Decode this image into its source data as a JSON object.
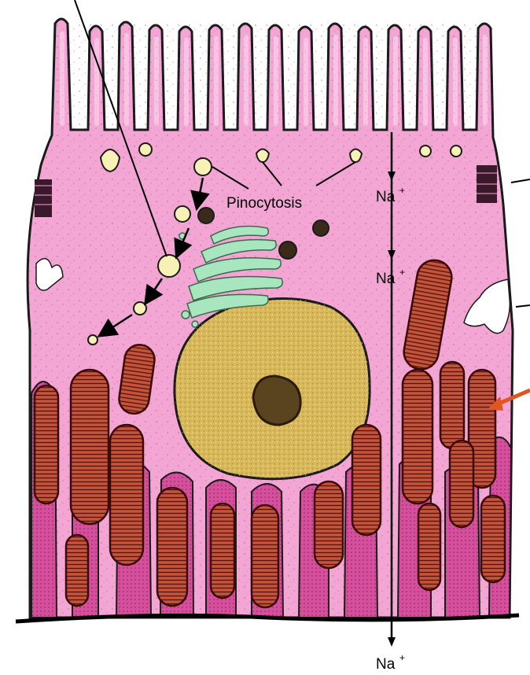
{
  "figure": {
    "labels": {
      "pinocytosis": "Pinocytosis",
      "ion_1": "Na",
      "ion_2": "Na",
      "ion_3": "Na",
      "charge": "+"
    },
    "colors": {
      "cytoplasm": "#f3a6d4",
      "cytoplasm_dark": "#e07fbd",
      "basal_fold": "#d64f9c",
      "mitochondrion": "#b8452e",
      "mitochondrion_dark": "#5a1410",
      "nucleus": "#d9b85a",
      "nucleolus": "#3a2a14",
      "golgi": "#a8e6bf",
      "vesicle": "#f7f1b5",
      "pointer_arrow": "#e0561f",
      "outline": "#1a1a1a"
    }
  }
}
